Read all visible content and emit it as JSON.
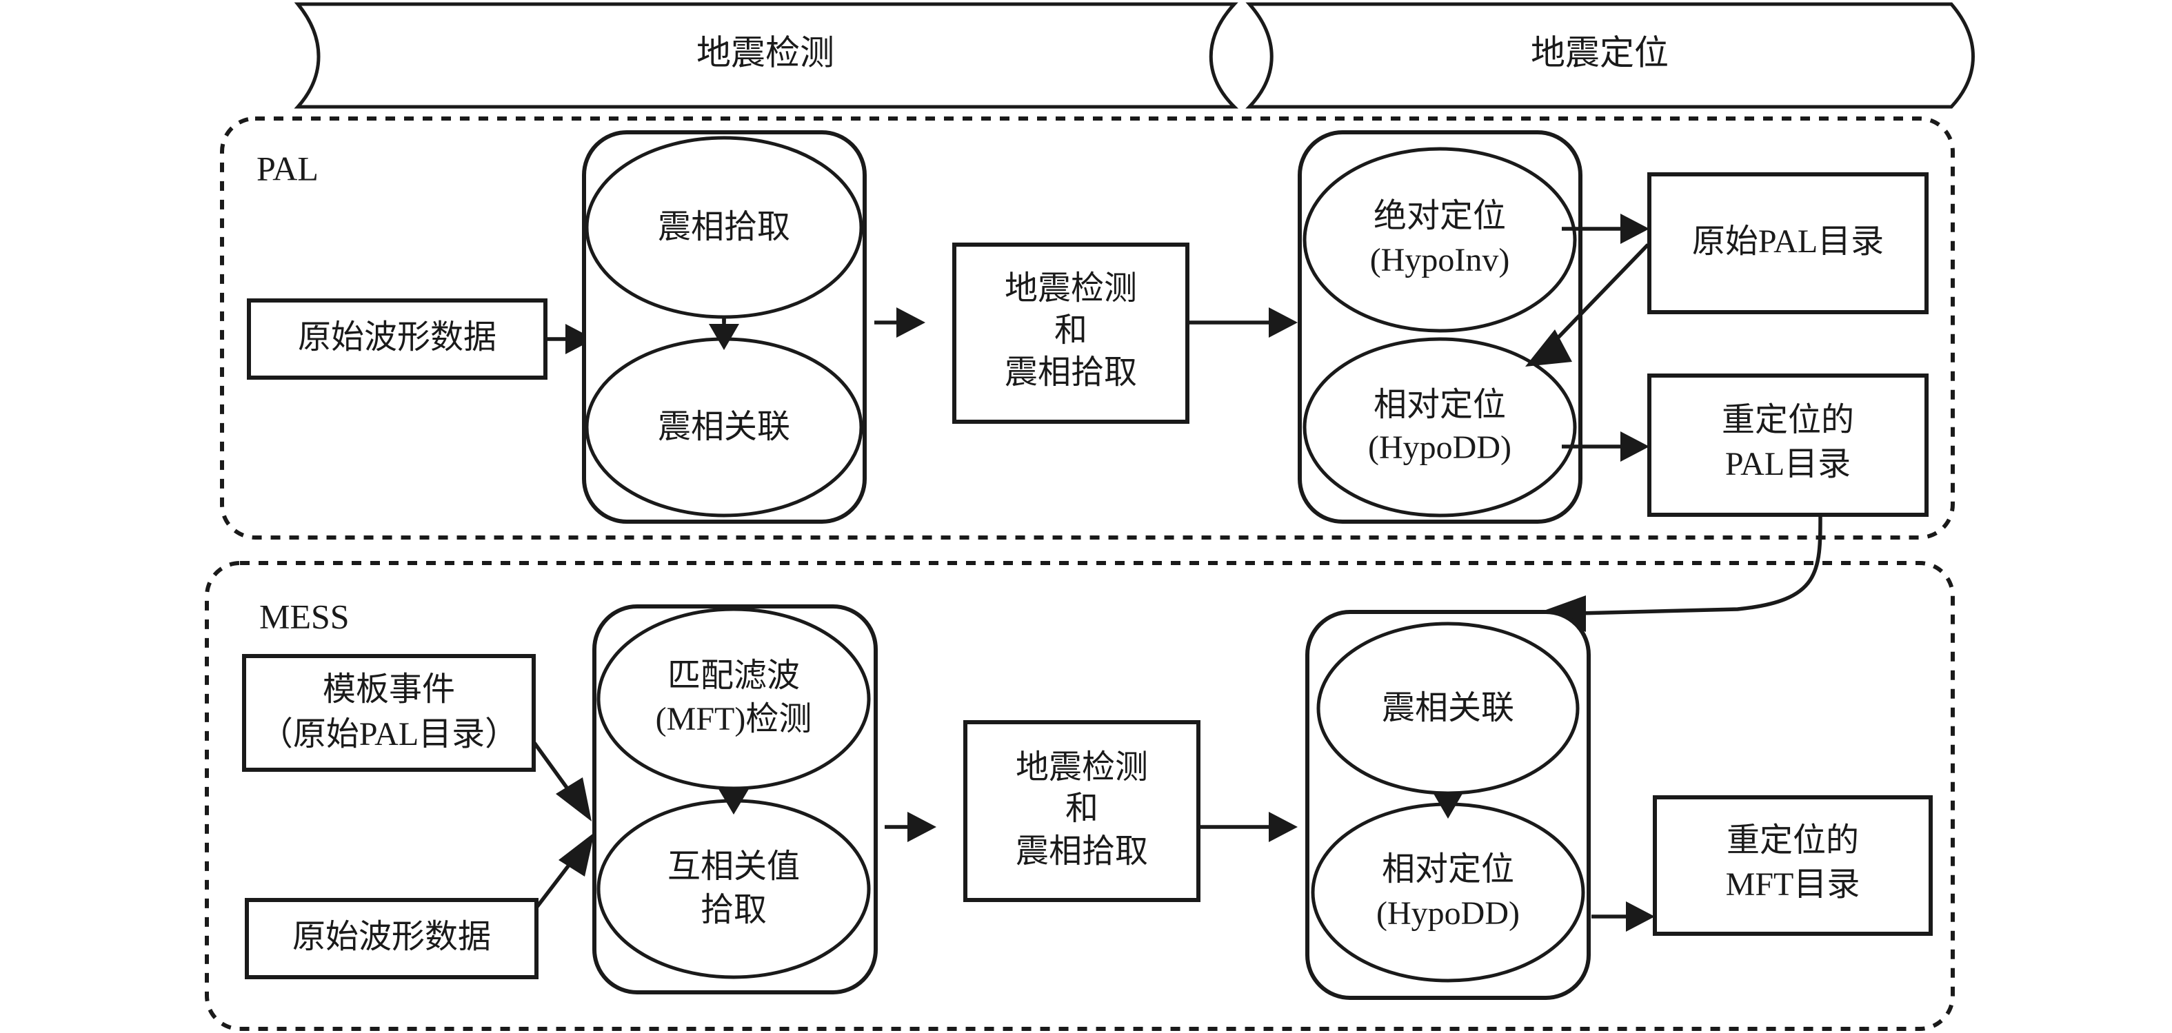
{
  "figure": {
    "title_banners": [
      {
        "id": "detection",
        "label": "地震检测"
      },
      {
        "id": "location",
        "label": "地震定位"
      }
    ],
    "groups": [
      {
        "id": "pal",
        "label": "PAL",
        "inputs": [
          {
            "id": "pal-raw-waveform",
            "label": "原始波形数据"
          }
        ],
        "detection_cluster": {
          "nodes": [
            {
              "id": "pal-phase-pick",
              "label": "震相拾取"
            },
            {
              "id": "pal-phase-assoc",
              "label": "震相关联"
            }
          ]
        },
        "middle_box": {
          "id": "pal-detect-pick",
          "lines": [
            "地震检测",
            "和",
            "震相拾取"
          ]
        },
        "location_cluster": {
          "nodes": [
            {
              "id": "pal-abs-loc",
              "lines": [
                "绝对定位",
                "(HypoInv)"
              ]
            },
            {
              "id": "pal-rel-loc",
              "lines": [
                "相对定位",
                "(HypoDD)"
              ]
            }
          ]
        },
        "outputs": [
          {
            "id": "pal-raw-catalog",
            "lines": [
              "原始PAL目录"
            ]
          },
          {
            "id": "pal-reloc-catalog",
            "lines": [
              "重定位的",
              "PAL目录"
            ]
          }
        ]
      },
      {
        "id": "mess",
        "label": "MESS",
        "inputs": [
          {
            "id": "mess-template-events",
            "lines": [
              "模板事件",
              "（原始PAL目录）"
            ]
          },
          {
            "id": "mess-raw-waveform",
            "lines": [
              "原始波形数据"
            ]
          }
        ],
        "detection_cluster": {
          "nodes": [
            {
              "id": "mess-mft-detect",
              "lines": [
                "匹配滤波",
                "(MFT)检测"
              ]
            },
            {
              "id": "mess-cc-pick",
              "lines": [
                "互相关值",
                "拾取"
              ]
            }
          ]
        },
        "middle_box": {
          "id": "mess-detect-pick",
          "lines": [
            "地震检测",
            "和",
            "震相拾取"
          ]
        },
        "location_cluster": {
          "nodes": [
            {
              "id": "mess-phase-assoc",
              "lines": [
                "震相关联"
              ]
            },
            {
              "id": "mess-rel-loc",
              "lines": [
                "相对定位",
                "(HypoDD)"
              ]
            }
          ]
        },
        "outputs": [
          {
            "id": "mess-reloc-catalog",
            "lines": [
              "重定位的",
              "MFT目录"
            ]
          }
        ]
      }
    ],
    "colors": {
      "ink": "#1a1a1a",
      "paper": "#ffffff"
    }
  }
}
